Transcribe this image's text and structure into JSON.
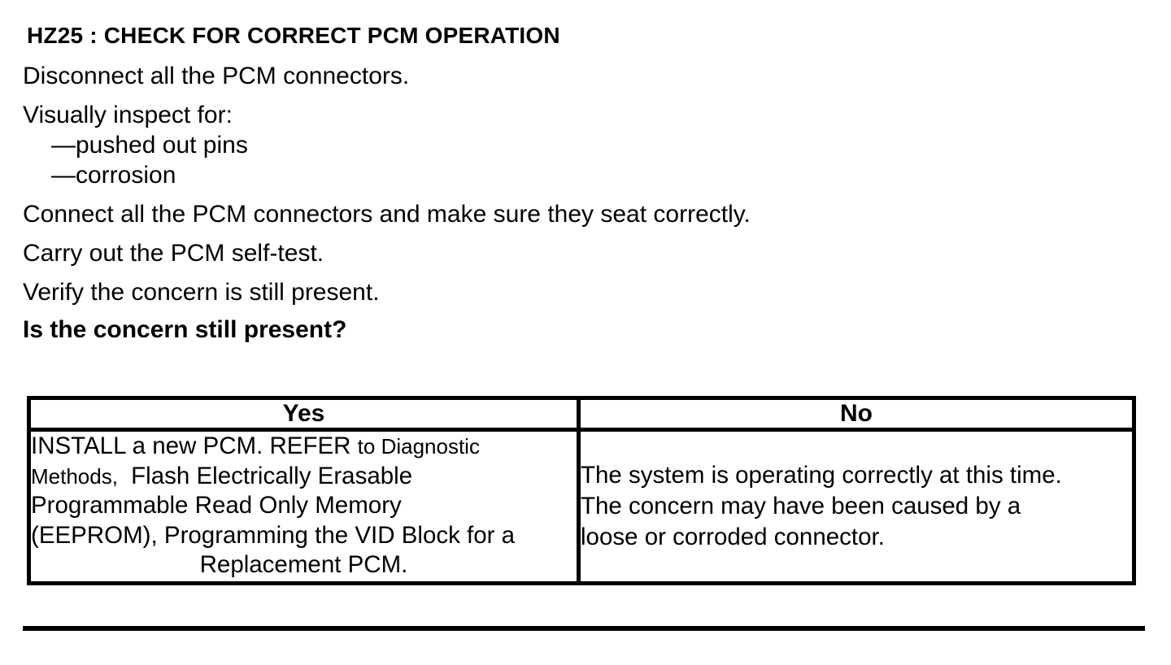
{
  "page": {
    "heading": "HZ25 : CHECK FOR CORRECT PCM OPERATION",
    "instructions": {
      "disconnect": "Disconnect all the PCM connectors.",
      "inspect_intro": "Visually inspect for:",
      "inspect_item1": "—pushed out pins",
      "inspect_item2": "—corrosion",
      "connect": "Connect all the PCM connectors and make sure they seat correctly.",
      "self_test": "Carry out the PCM self-test.",
      "verify": "Verify the concern is still present.",
      "question": "Is the concern still present?"
    },
    "decision_table": {
      "headers": {
        "yes": "Yes",
        "no": "No"
      },
      "yes_cell": {
        "line1_part1": "INSTALL a new PCM. REFER",
        "line1_part2": "to Diagnostic",
        "line2_part1": "Methods,",
        "line2_part2": "Flash Electrically Erasable",
        "line3": "Programmable Read Only Memory",
        "line4": "(EEPROM), Programming the VID Block for a",
        "line5": "Replacement PCM."
      },
      "no_cell": {
        "line1": "The system is operating correctly at this time.",
        "line2": "The concern may have been caused by a",
        "line3": "loose or corroded connector."
      }
    },
    "colors": {
      "text": "#000000",
      "background": "#ffffff",
      "border": "#000000"
    }
  }
}
